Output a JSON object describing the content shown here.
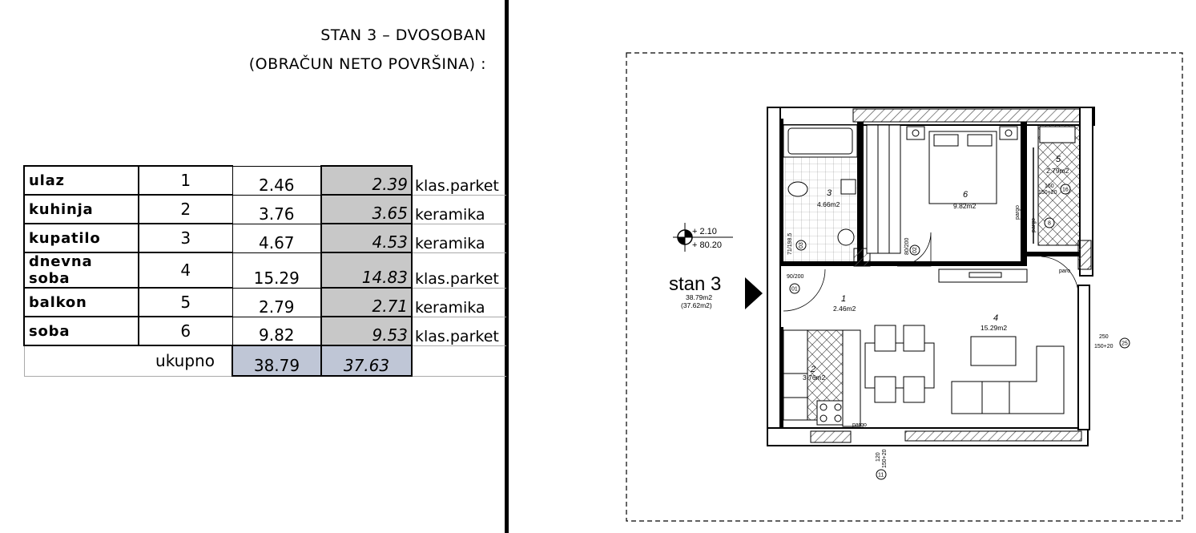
{
  "header": {
    "title_line1": "STAN 3 – DVOSOBAN",
    "title_line2": "(OBRAČUN NETO POVRŠINA) :"
  },
  "table": {
    "rows": [
      {
        "name": "ulaz",
        "no": "1",
        "gross": "2.46",
        "net": "2.39",
        "floor": "klas.parket"
      },
      {
        "name": "kuhinja",
        "no": "2",
        "gross": "3.76",
        "net": "3.65",
        "floor": "keramika"
      },
      {
        "name": "kupatilo",
        "no": "3",
        "gross": "4.67",
        "net": "4.53",
        "floor": "keramika"
      },
      {
        "name": "dnevna soba",
        "no": "4",
        "gross": "15.29",
        "net": "14.83",
        "floor": "klas.parket"
      },
      {
        "name": "balkon",
        "no": "5",
        "gross": "2.79",
        "net": "2.71",
        "floor": "keramika"
      },
      {
        "name": "soba",
        "no": "6",
        "gross": "9.82",
        "net": "9.53",
        "floor": "klas.parket"
      }
    ],
    "total": {
      "label": "ukupno",
      "gross": "38.79",
      "net": "37.63"
    }
  },
  "plan": {
    "apartment_label": "stan 3",
    "apartment_area": "38.79m2",
    "apartment_net": "(37.62m2)",
    "level_top": "+ 2.10",
    "level_bottom": "+ 80.20",
    "rooms": [
      {
        "no": "1",
        "area": "2.46m2"
      },
      {
        "no": "2",
        "area": "3.76m2"
      },
      {
        "no": "3",
        "area": "4.66m2"
      },
      {
        "no": "4",
        "area": "15.29m2"
      },
      {
        "no": "5",
        "area": "2.79m2"
      },
      {
        "no": "6",
        "area": "9.82m2"
      }
    ],
    "door_labels": {
      "d01_size": "90/200",
      "d01_no": "01",
      "d02_size": "80/200",
      "d02_no": "02",
      "d03_size": "71/198.5",
      "d03_no": "03"
    },
    "window_labels": {
      "w16_size": "160",
      "w16_sub": "150+20",
      "w16_no": "16",
      "w25_size": "250",
      "w25_sub": "150+20",
      "w25_no": "25",
      "w11_size": "120",
      "w11_sub": "150+20",
      "w11_no": "11",
      "w8_no": "8"
    },
    "floor_notes": {
      "pargo_bedroom": "pargo",
      "pargo_balcony": "pargo",
      "paro": "paro",
      "pargo_bottom": "pargo"
    },
    "colors": {
      "hatch": "#555555",
      "wall": "#000000"
    }
  }
}
